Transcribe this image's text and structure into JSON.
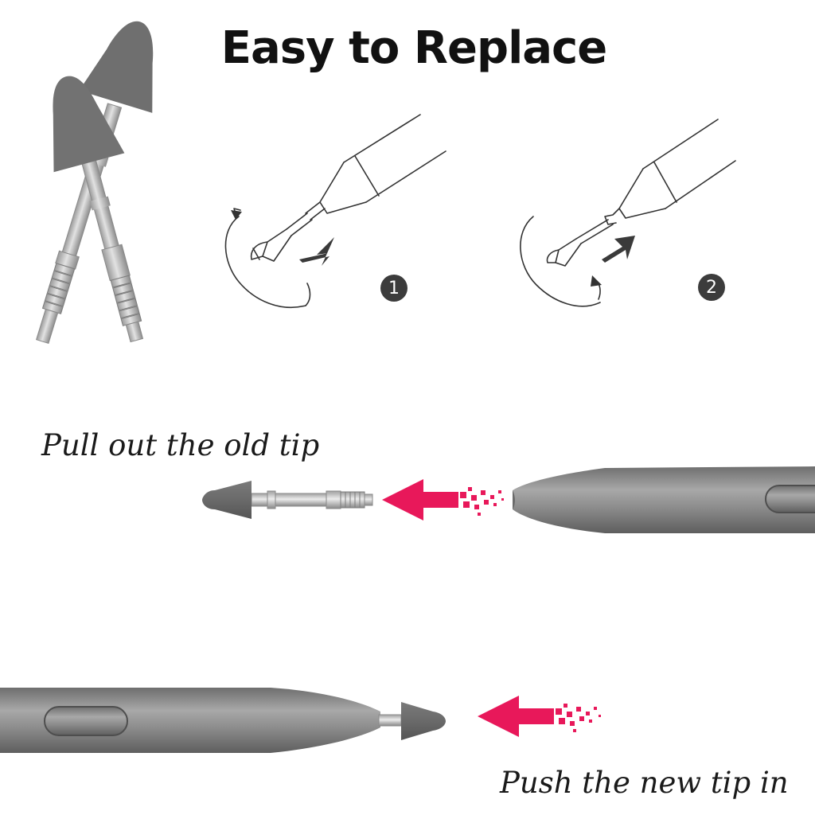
{
  "title": "Easy to Replace",
  "steps": [
    {
      "number": "1",
      "action": "pull-out"
    },
    {
      "number": "2",
      "action": "push-in"
    }
  ],
  "captions": {
    "pull": "Pull out the old tip",
    "push": "Push the new tip in"
  },
  "colors": {
    "arrow": "#e8185a",
    "tip_gray": "#6f6f6f",
    "pen_gray": "#8a8a8a",
    "badge": "#3c3c3c",
    "line": "#333333"
  }
}
